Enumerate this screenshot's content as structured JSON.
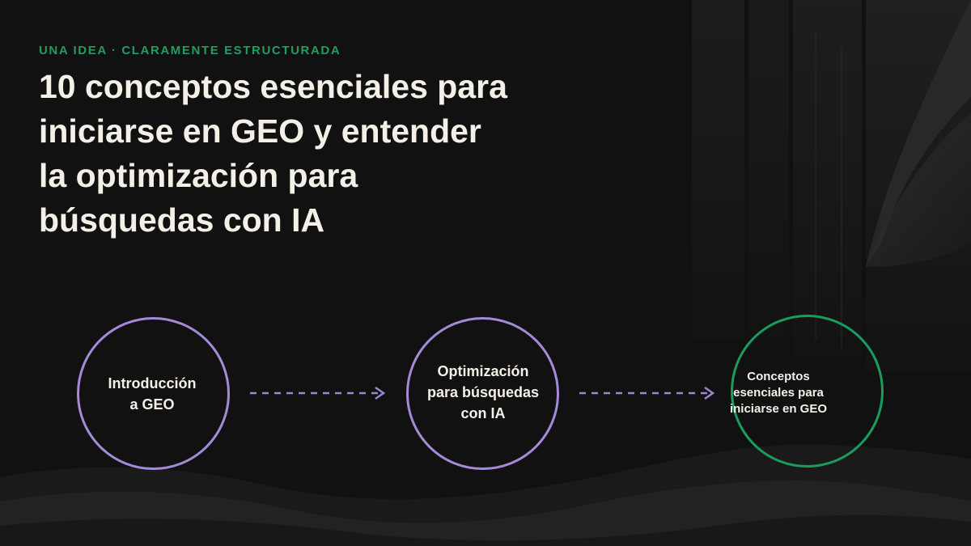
{
  "eyebrow": "UNA IDEA · CLARAMENTE ESTRUCTURADA",
  "title_lines": [
    "10 conceptos esenciales para",
    "iniciarse en GEO y entender",
    "la optimización para",
    "búsquedas con IA"
  ],
  "diagram": {
    "nodes": [
      {
        "label": "Introducción\na GEO",
        "color": "#a48ad8"
      },
      {
        "label": "Optimización\npara búsquedas\ncon IA",
        "color": "#a48ad8"
      },
      {
        "label": "Conceptos\nesenciales para\niniciarse en GEO",
        "color": "#1a9c5f"
      }
    ],
    "edges": [
      {
        "from": 0,
        "to": 1,
        "style": "dashed",
        "color": "#9b86d2"
      },
      {
        "from": 1,
        "to": 2,
        "style": "dashed",
        "color": "#9b86d2"
      }
    ]
  },
  "colors": {
    "background": "#111111",
    "eyebrow": "#1f9d62",
    "title": "#f4f0e8",
    "accent_purple": "#a48ad8",
    "accent_green": "#1a9c5f"
  }
}
